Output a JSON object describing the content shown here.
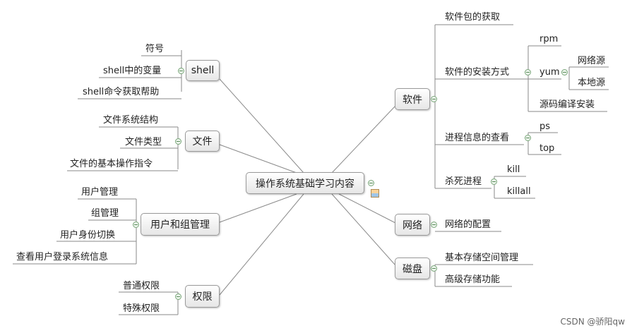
{
  "root": {
    "label": "操作系统基础学习内容"
  },
  "left_branches": [
    {
      "label": "shell",
      "children": [
        "符号",
        "shell中的变量",
        "shell命令获取帮助"
      ]
    },
    {
      "label": "文件",
      "children": [
        "文件系统结构",
        "文件类型",
        "文件的基本操作指令"
      ]
    },
    {
      "label": "用户和组管理",
      "children": [
        "用户管理",
        "组管理",
        "用户身份切换",
        "查看用户登录系统信息"
      ]
    },
    {
      "label": "权限",
      "children": [
        "普通权限",
        "特殊权限"
      ]
    }
  ],
  "right_branches": [
    {
      "label": "软件",
      "children": [
        {
          "label": "软件包的获取"
        },
        {
          "label": "软件的安装方式",
          "children": [
            {
              "label": "rpm"
            },
            {
              "label": "yum",
              "children": [
                "网络源",
                "本地源"
              ]
            },
            {
              "label": "源码编译安装"
            }
          ]
        },
        {
          "label": "进程信息的查看",
          "children": [
            "ps",
            "top"
          ]
        },
        {
          "label": "杀死进程",
          "children": [
            "kill",
            "killall"
          ]
        }
      ]
    },
    {
      "label": "网络",
      "children": [
        "网络的配置"
      ]
    },
    {
      "label": "磁盘",
      "children": [
        "基本存储空间管理",
        "高级存储功能"
      ]
    }
  ],
  "watermark": "CSDN @骄阳qw"
}
